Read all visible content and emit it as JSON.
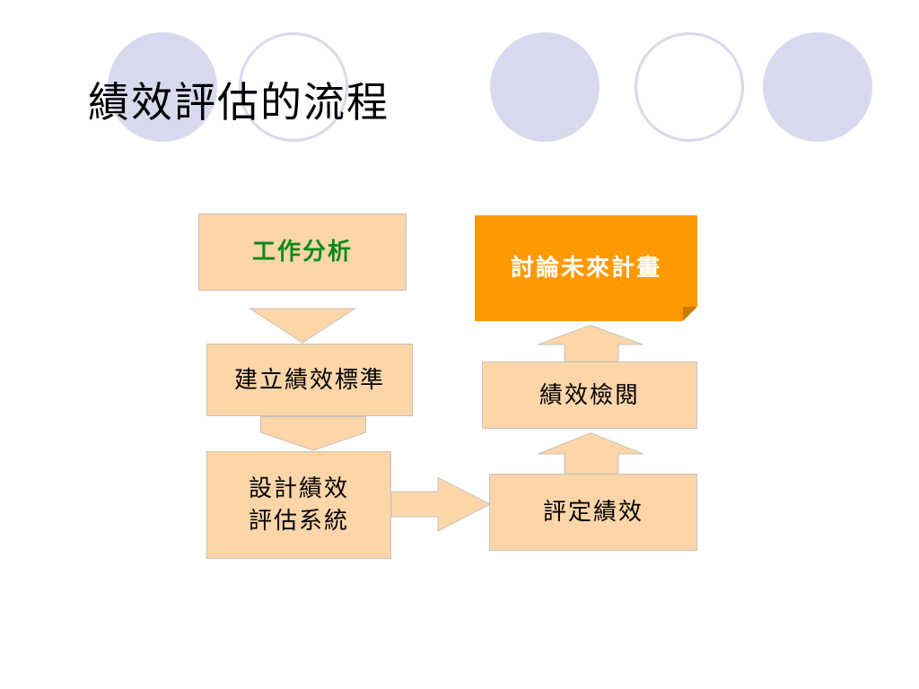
{
  "title": "績效評估的流程",
  "colors": {
    "box_fill": "#fcd5a9",
    "highlight_fill": "#ff9900",
    "decor_circle": "#d9d9ee",
    "green_text": "#0a8a1a"
  },
  "flow": {
    "step1": "工作分析",
    "step2": "建立績效標準",
    "step3_line1": "設計績效",
    "step3_line2": "評估系統",
    "step4": "評定績效",
    "step5": "績效檢閱",
    "step6": "討論未來計畫"
  }
}
